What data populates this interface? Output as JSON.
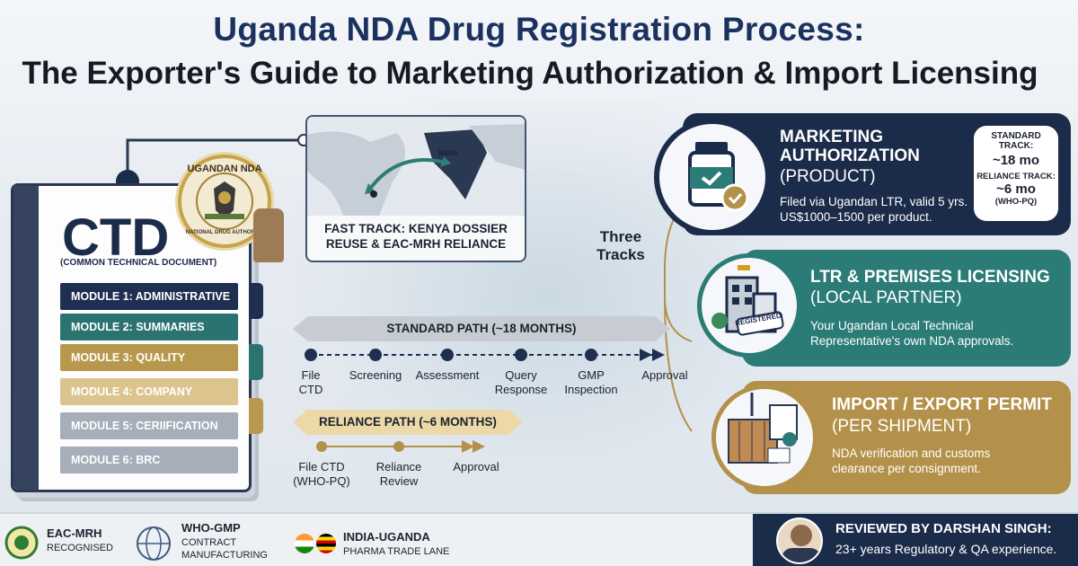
{
  "title": {
    "line1": "Uganda NDA Drug Registration Process:",
    "line2": "The Exporter's Guide to Marketing Authorization & Import Licensing"
  },
  "ctd": {
    "heading": "CTD",
    "subheading": "(COMMON TECHNICAL DOCUMENT)",
    "modules": [
      {
        "label": "MODULE 1: ADMINISTRATIVE",
        "color": "#1f2f52",
        "text_color": "#ffffff"
      },
      {
        "label": "MODULE 2: SUMMARIES",
        "color": "#2b7370",
        "text_color": "#ffffff"
      },
      {
        "label": "MODULE 3: QUALITY",
        "color": "#b8984c",
        "text_color": "#ffffff"
      },
      {
        "label": "MODULE 4: COMPANY",
        "color": "#dcc48e",
        "text_color": "#ffffff"
      },
      {
        "label": "MODULE 5: CERIIFICATION",
        "color": "#a6aeb9",
        "text_color": "#ffffff"
      },
      {
        "label": "MODULE 6: BRC",
        "color": "#a6aeb9",
        "text_color": "#ffffff"
      }
    ],
    "seal_top": "UGANDAN NDA",
    "seal_bottom": "NATIONAL DRUG AUTHORITY"
  },
  "map": {
    "country_label": "INDIA",
    "caption_line1": "FAST TRACK: KENYA DOSSIER",
    "caption_line2": "REUSE & EAC-MRH RELIANCE"
  },
  "three_tracks": {
    "line1": "Three",
    "line2": "Tracks"
  },
  "standard_path": {
    "title": "STANDARD PATH (~18 MONTHS)",
    "steps": [
      {
        "line1": "File",
        "line2": "CTD"
      },
      {
        "line1": "Screening",
        "line2": ""
      },
      {
        "line1": "Assessment",
        "line2": ""
      },
      {
        "line1": "Query",
        "line2": "Response"
      },
      {
        "line1": "GMP",
        "line2": "Inspection"
      },
      {
        "line1": "Approval",
        "line2": ""
      }
    ]
  },
  "reliance_path": {
    "title": "RELIANCE PATH (~6 MONTHS)",
    "steps": [
      {
        "line1": "File CTD",
        "line2": "(WHO-PQ)"
      },
      {
        "line1": "Reliance",
        "line2": "Review"
      },
      {
        "line1": "Approval",
        "line2": ""
      }
    ]
  },
  "cards": {
    "marketing": {
      "title_line1": "MARKETING",
      "title_line2": "AUTHORIZATION",
      "subtitle": "(PRODUCT)",
      "desc_line1": "Filed via Ugandan LTR, valid 5 yrs.",
      "desc_line2": "US$1000–1500 per product.",
      "standard_label_line1": "STANDARD",
      "standard_label_line2": "TRACK:",
      "standard_value": "~18 mo",
      "reliance_label": "RELIANCE TRACK:",
      "reliance_value": "~6 mo",
      "reliance_note": "(WHO-PQ)",
      "color": "#1b2b4a",
      "icon": "medicine-bottle-icon"
    },
    "ltr": {
      "title": "LTR & PREMISES LICENSING",
      "subtitle": "(LOCAL PARTNER)",
      "desc_line1": "Your Ugandan Local Technical",
      "desc_line2": "Representative's own NDA approvals.",
      "badge": "REGISTERED",
      "color": "#2b7b76",
      "icon": "building-icon"
    },
    "import": {
      "title": "IMPORT / EXPORT PERMIT",
      "subtitle": "(PER SHIPMENT)",
      "desc_line1": "NDA verification and customs",
      "desc_line2": "clearance per consignment.",
      "color": "#b3914a",
      "icon": "shipping-container-icon"
    }
  },
  "footer": {
    "eac_title": "EAC-MRH",
    "eac_sub": "RECOGNISED",
    "who_title": "WHO-GMP",
    "who_sub1": "CONTRACT",
    "who_sub2": "MANUFACTURING",
    "trade_title": "INDIA-UGANDA",
    "trade_sub": "PHARMA TRADE LANE",
    "reviewer_name": "REVIEWED BY DARSHAN SINGH:",
    "reviewer_sub": "23+ years Regulatory & QA experience."
  }
}
